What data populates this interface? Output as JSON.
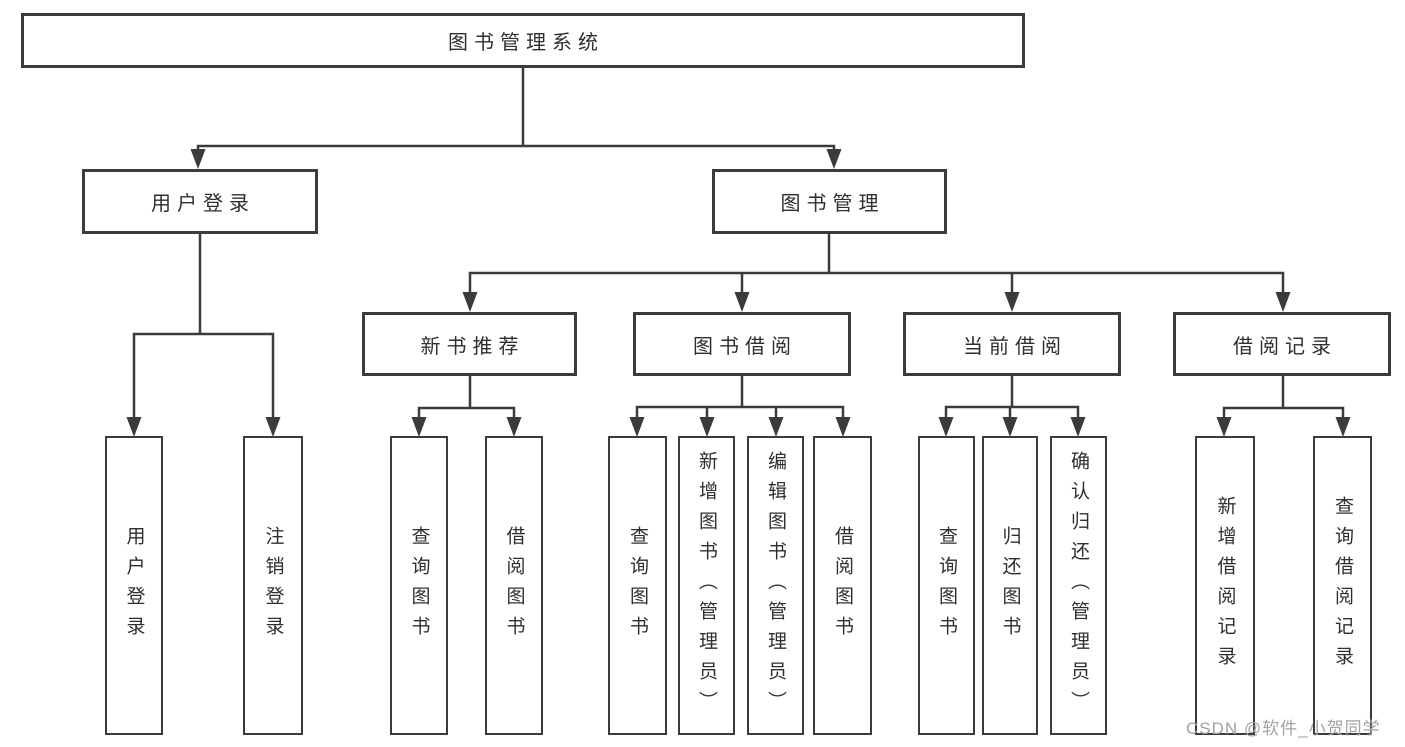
{
  "diagram": {
    "tree": {
      "label": "图书管理系统",
      "children": [
        {
          "label": "用户登录",
          "children": [
            {
              "label": "用户登录"
            },
            {
              "label": "注销登录"
            }
          ]
        },
        {
          "label": "图书管理",
          "children": [
            {
              "label": "新书推荐",
              "children": [
                {
                  "label": "查询图书"
                },
                {
                  "label": "借阅图书"
                }
              ]
            },
            {
              "label": "图书借阅",
              "children": [
                {
                  "label": "查询图书"
                },
                {
                  "label": "新增图书（管理员）"
                },
                {
                  "label": "编辑图书（管理员）"
                },
                {
                  "label": "借阅图书"
                }
              ]
            },
            {
              "label": "当前借阅",
              "children": [
                {
                  "label": "查询图书"
                },
                {
                  "label": "归还图书"
                },
                {
                  "label": "确认归还（管理员）"
                }
              ]
            },
            {
              "label": "借阅记录",
              "children": [
                {
                  "label": "新增借阅记录"
                },
                {
                  "label": "查询借阅记录"
                }
              ]
            }
          ]
        }
      ]
    },
    "colors": {
      "line": "#3b3b3b",
      "text": "#2f2f2f",
      "background": "#ffffff"
    }
  },
  "watermark": {
    "text": "CSDN @软件_小贺同学",
    "color": "#a2a2a2"
  }
}
